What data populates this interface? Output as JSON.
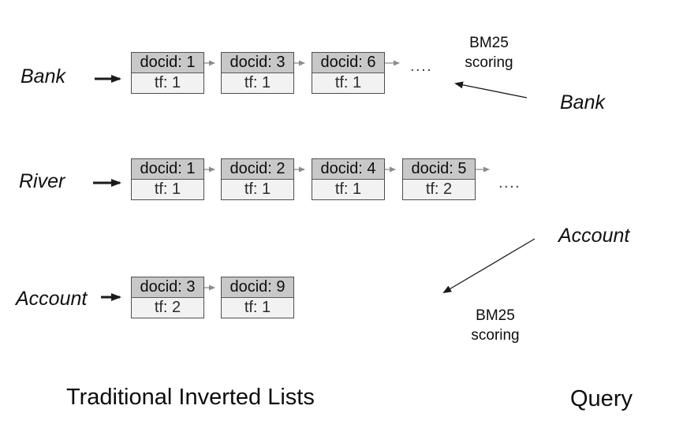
{
  "rows": [
    {
      "term": "Bank",
      "ellipsis": "....",
      "postings": [
        {
          "docid": "docid: 1",
          "tf": "tf: 1"
        },
        {
          "docid": "docid: 3",
          "tf": "tf: 1"
        },
        {
          "docid": "docid: 6",
          "tf": "tf: 1"
        }
      ]
    },
    {
      "term": "River",
      "ellipsis": "....",
      "postings": [
        {
          "docid": "docid: 1",
          "tf": "tf: 1"
        },
        {
          "docid": "docid: 2",
          "tf": "tf: 1"
        },
        {
          "docid": "docid: 4",
          "tf": "tf: 1"
        },
        {
          "docid": "docid: 5",
          "tf": "tf: 2"
        }
      ]
    },
    {
      "term": "Account",
      "postings": [
        {
          "docid": "docid: 3",
          "tf": "tf: 2"
        },
        {
          "docid": "docid: 9",
          "tf": "tf: 1"
        }
      ]
    }
  ],
  "query": {
    "bank": {
      "term": "Bank",
      "scoring_line1": "BM25",
      "scoring_line2": "scoring"
    },
    "account": {
      "term": "Account",
      "scoring_line1": "BM25",
      "scoring_line2": "scoring"
    }
  },
  "captions": {
    "left": "Traditional Inverted Lists",
    "right": "Query"
  },
  "colors": {
    "header_fill": "#c8c8c8",
    "cell_fill": "#f2f2f2",
    "box_border": "#4f4f51",
    "connector_gray": "#8c8c8c",
    "arrow_black": "#1a1a1a"
  }
}
